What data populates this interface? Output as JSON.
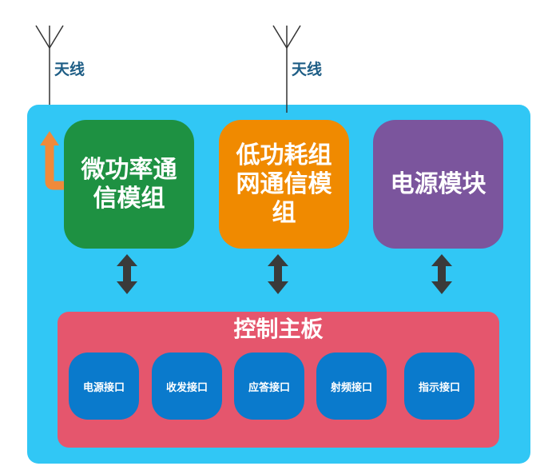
{
  "antennas": [
    {
      "label": "天线"
    },
    {
      "label": "天线"
    }
  ],
  "modules": [
    {
      "label": "微功率通信模组",
      "color": "#1e9142"
    },
    {
      "label": "低功耗组网通信模组",
      "color": "#f08a00"
    },
    {
      "label": "电源模块",
      "color": "#7b559d"
    }
  ],
  "board": {
    "title": "控制主板",
    "color": "#e5566d",
    "ports": [
      "电源接口",
      "收发接口",
      "应答接口",
      "射频接口",
      "指示接口"
    ]
  },
  "colors": {
    "panel": "#31c7f5",
    "port": "#0a7acc",
    "arrow": "#3a3a3a",
    "side_arrow": "#f08a3a",
    "antenna_label": "#1f5e86"
  }
}
